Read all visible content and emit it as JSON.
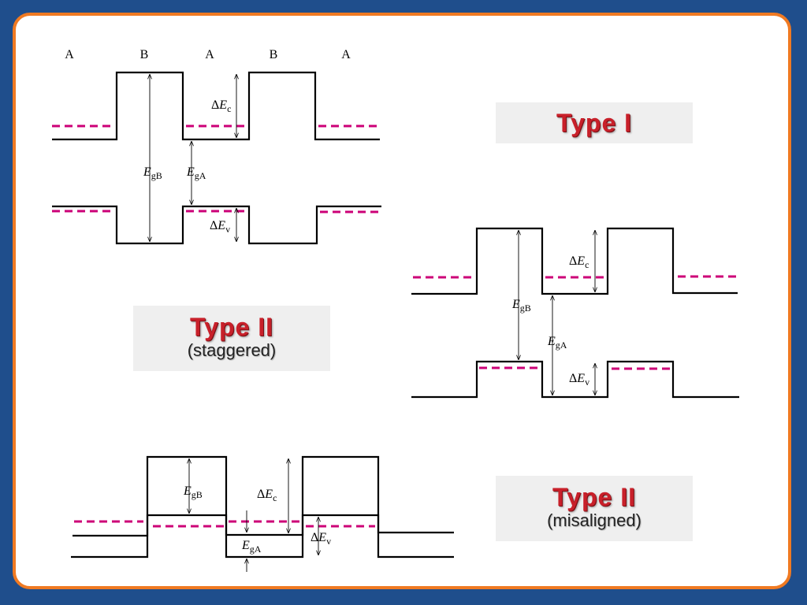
{
  "columns": [
    "A",
    "B",
    "A",
    "B",
    "A"
  ],
  "labels": {
    "type1": {
      "title": "Type I"
    },
    "type2_staggered": {
      "title": "Type II",
      "subtitle": "(staggered)"
    },
    "type2_misaligned": {
      "title": "Type II",
      "subtitle": "(misaligned)"
    }
  },
  "symbols": {
    "delta": "Δ",
    "E": "E",
    "c": "c",
    "v": "v",
    "gA": "gA",
    "gB": "gB"
  },
  "colors": {
    "background": "#1f4e8c",
    "frame": "#f07a22",
    "title": "#c8202a",
    "fermi_level": "#cc0077"
  }
}
